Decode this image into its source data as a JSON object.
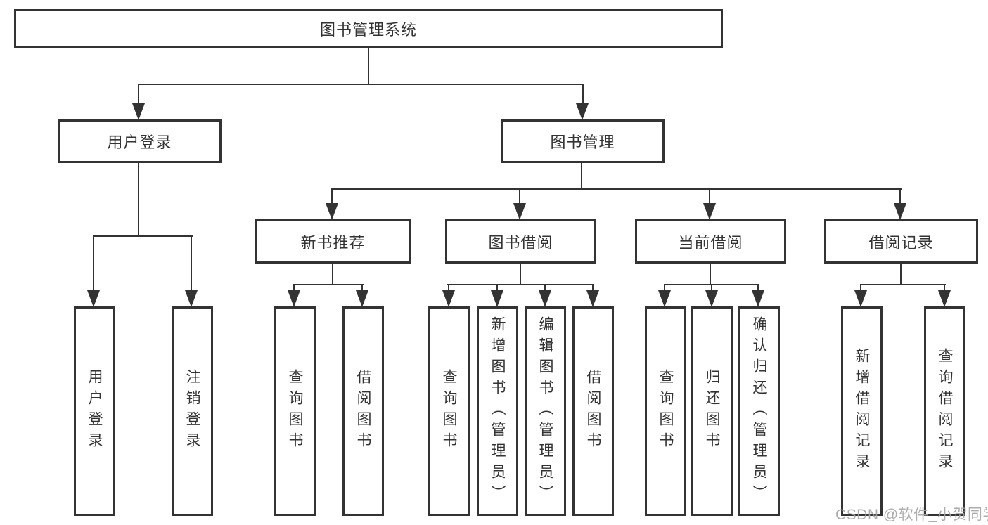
{
  "diagram": {
    "root": "图书管理系统",
    "branches": {
      "user_login": "用户登录",
      "book_mgmt": "图书管理"
    },
    "modules": {
      "new_books": "新书推荐",
      "book_borrow": "图书借阅",
      "current_borrow": "当前借阅",
      "borrow_records": "借阅记录"
    },
    "leaves": {
      "user_login": [
        "用户登录",
        "注销登录"
      ],
      "new_books": [
        "查询图书",
        "借阅图书"
      ],
      "book_borrow": [
        "查询图书",
        "新增图书（管理员）",
        "编辑图书（管理员）",
        "借阅图书"
      ],
      "current_borrow": [
        "查询图书",
        "归还图书",
        "确认归还（管理员）"
      ],
      "borrow_records": [
        "新增借阅记录",
        "查询借阅记录"
      ]
    }
  },
  "watermark": "CSDN @软件_小贺同学",
  "colors": {
    "line": "#333333",
    "text": "#333333",
    "watermark": "#a6a6a6",
    "background": "#ffffff"
  }
}
